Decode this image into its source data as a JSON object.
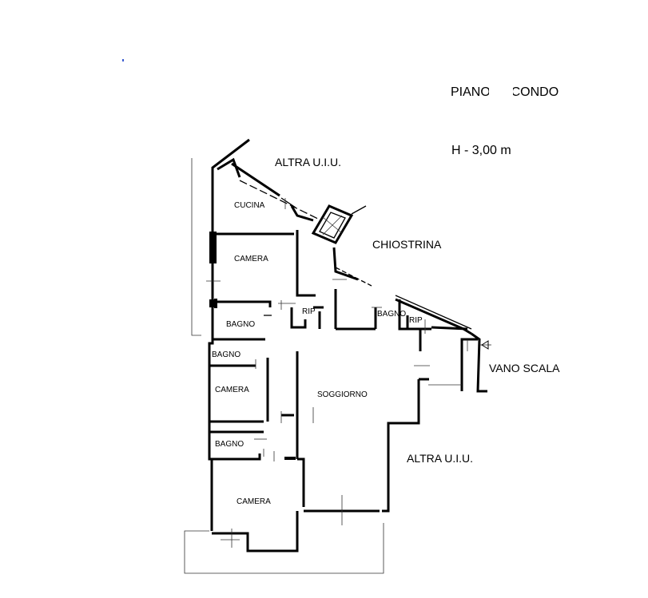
{
  "header": {
    "floor_label": "PIANO SECONDO",
    "height_label": "H - 3,00 m"
  },
  "surroundings": {
    "altra_uiu_top": "ALTRA U.I.U.",
    "chiostrina": "CHIOSTRINA",
    "vano_scala": "VANO SCALA",
    "altra_uiu_bottom": "ALTRA U.I.U."
  },
  "rooms": {
    "cucina": "CUCINA",
    "camera_1": "CAMERA",
    "bagno_1": "BAGNO",
    "rip_1": "RIP",
    "bagno_2": "BAGNO",
    "rip_2": "RIP",
    "bagno_3": "BAGNO",
    "camera_2": "CAMERA",
    "soggiorno": "SOGGIORNO",
    "bagno_4": "BAGNO",
    "camera_3": "CAMERA"
  },
  "colors": {
    "line": "#000000",
    "background": "#ffffff"
  }
}
